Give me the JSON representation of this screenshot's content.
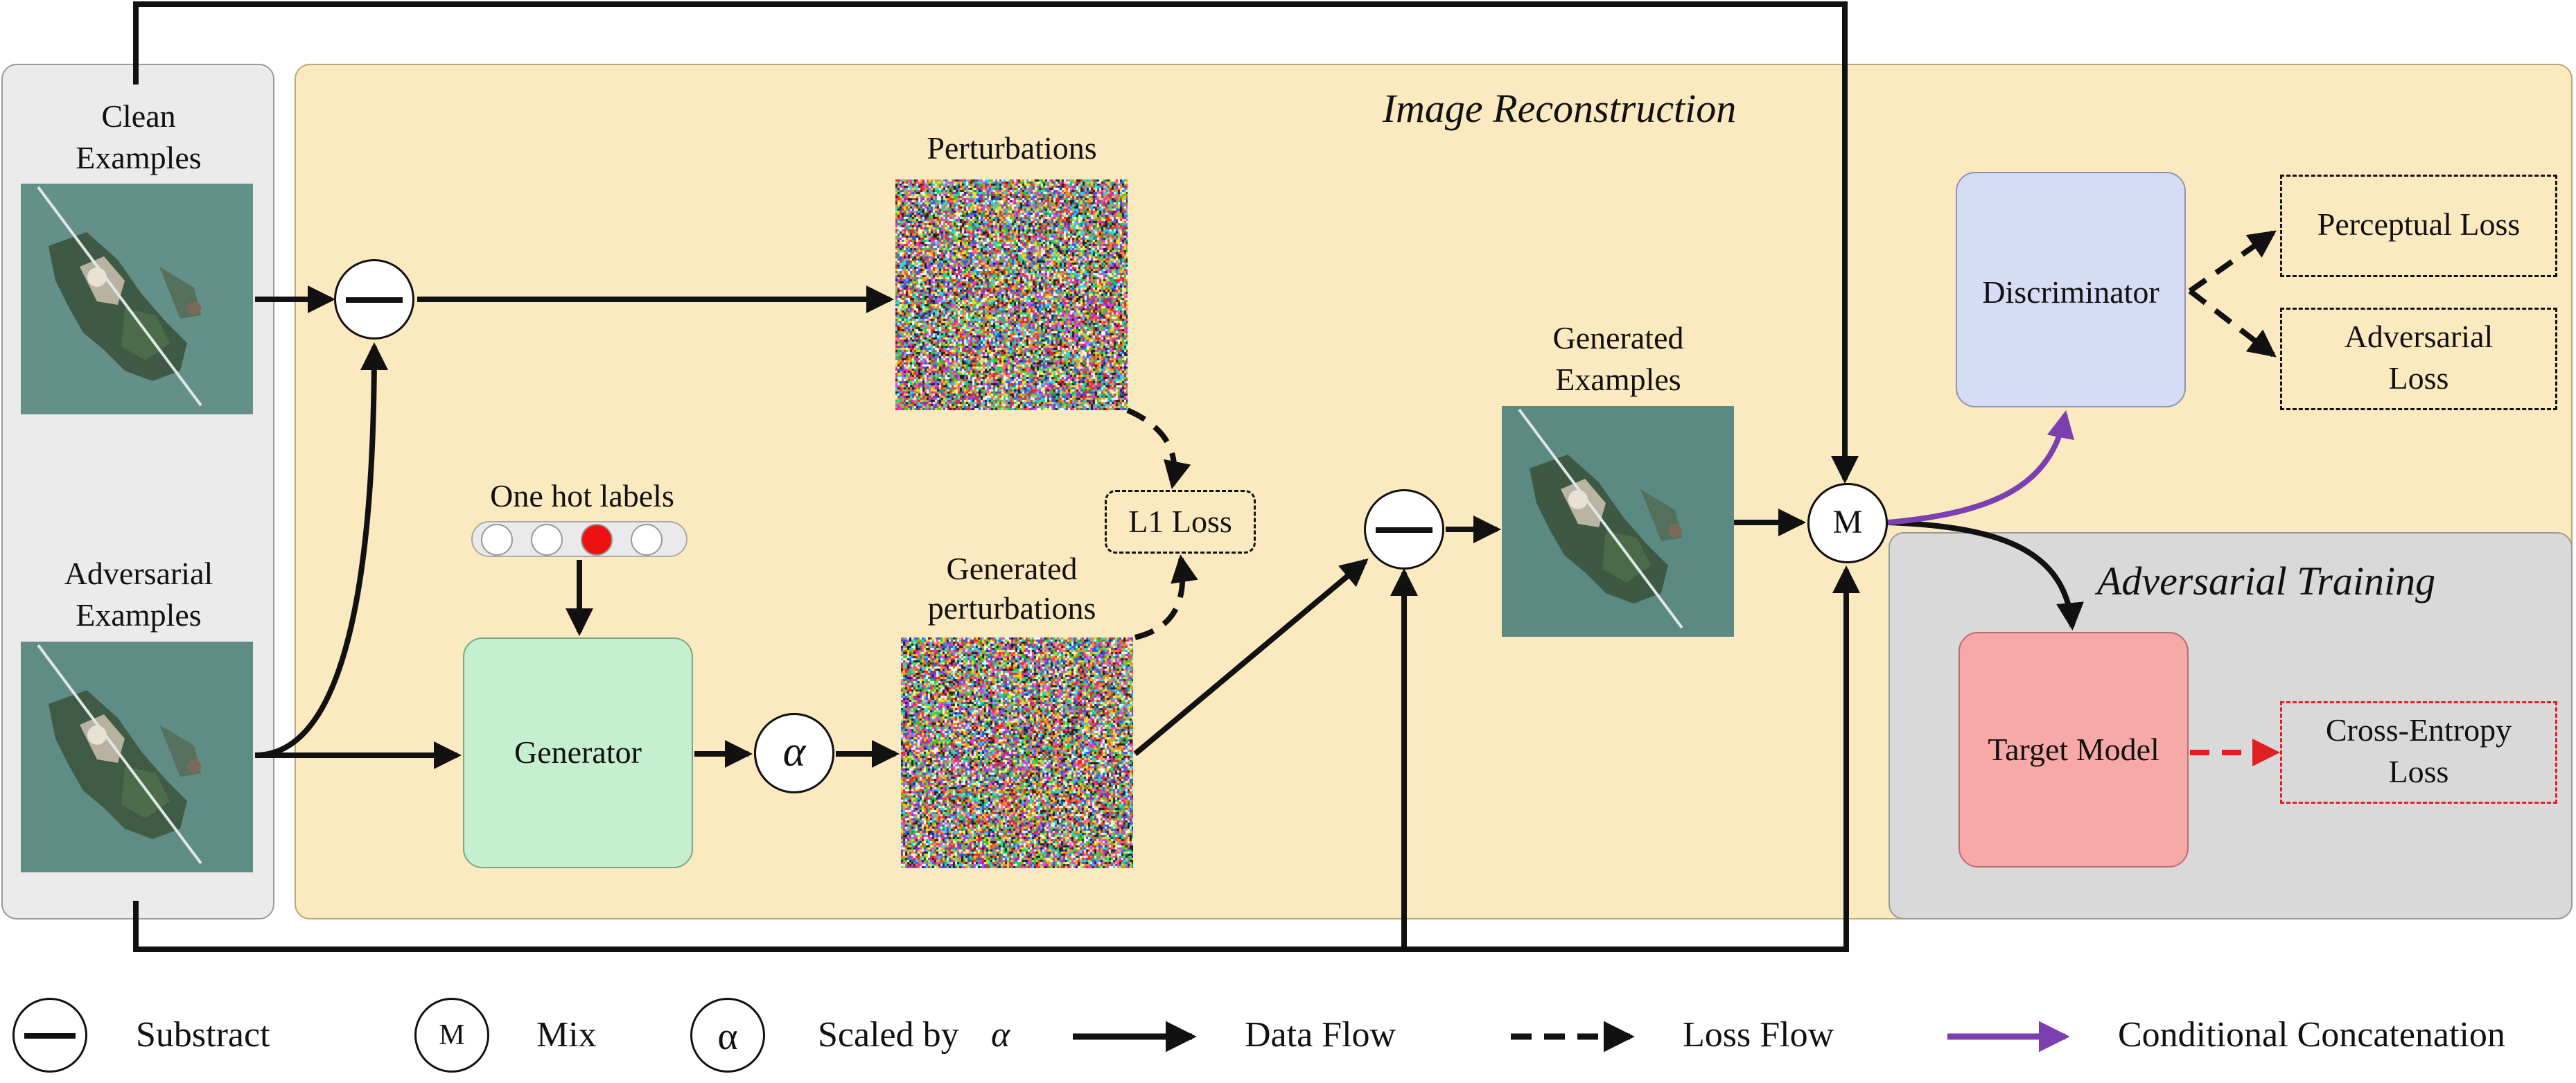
{
  "panels": {
    "image_reconstruction": "Image Reconstruction",
    "adversarial_training": "Adversarial Training"
  },
  "inputs": {
    "clean_line1": "Clean",
    "clean_line2": "Examples",
    "adv_line1": "Adversarial",
    "adv_line2": "Examples"
  },
  "nodes": {
    "perturbations": "Perturbations",
    "one_hot": "One hot labels",
    "generator": "Generator",
    "alpha": "α",
    "gen_pert_line1": "Generated",
    "gen_pert_line2": "perturbations",
    "l1_loss": "L1 Loss",
    "gen_ex_line1": "Generated",
    "gen_ex_line2": "Examples",
    "mix": "M",
    "discriminator": "Discriminator",
    "perceptual_loss": "Perceptual Loss",
    "adv_loss_line1": "Adversarial",
    "adv_loss_line2": "Loss",
    "target_model": "Target Model",
    "ce_line1": "Cross-Entropy",
    "ce_line2": "Loss"
  },
  "legend": {
    "substract": "Substract",
    "mix_symbol": "M",
    "mix": "Mix",
    "alpha_symbol": "α",
    "scaled_prefix": "Scaled by",
    "scaled_alpha": "α",
    "data_flow": "Data Flow",
    "loss_flow": "Loss Flow",
    "conditional": "Conditional Concatenation"
  },
  "colors": {
    "reconstruction_bg": "#fbeabf",
    "training_bg": "#d9d9d9",
    "inputs_bg": "#ebebeb",
    "generator": "#c5efce",
    "discriminator": "#d6dcf4",
    "target_model": "#f6a9a6",
    "one_hot_active": "#ee1111",
    "conditional_arrow": "#7b3fb0",
    "ce_loss": "#e02020"
  }
}
